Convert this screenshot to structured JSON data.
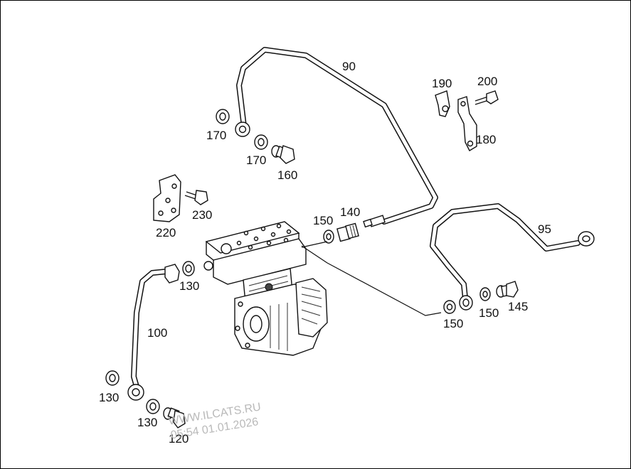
{
  "callouts": {
    "c90": "90",
    "c95": "95",
    "c100": "100",
    "c120": "120",
    "c130a": "130",
    "c130b": "130",
    "c130c": "130",
    "c140": "140",
    "c145": "145",
    "c150a": "150",
    "c150b": "150",
    "c150c": "150",
    "c160": "160",
    "c170a": "170",
    "c170b": "170",
    "c180": "180",
    "c190": "190",
    "c200": "200",
    "c220": "220",
    "c230": "230"
  },
  "watermark": {
    "site": "WWW.ILCATS.RU",
    "timestamp": "05:54 01.01.2026"
  }
}
